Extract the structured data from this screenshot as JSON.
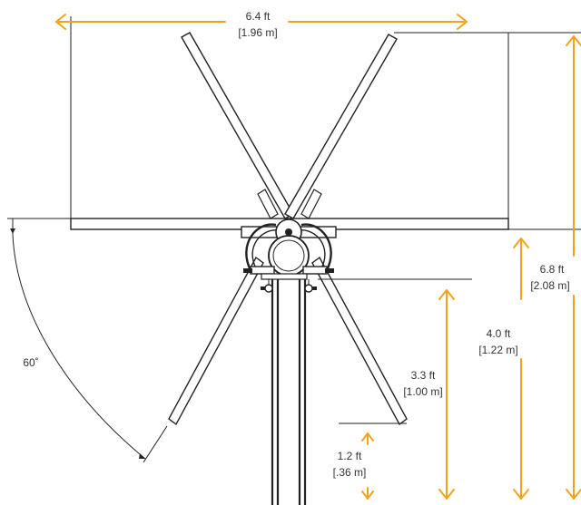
{
  "colors": {
    "dimension_arrow": "#F2A31B",
    "line": "#222222",
    "text": "#333333",
    "background": "#ffffff"
  },
  "dimensions": {
    "width_ft": "6.4 ft",
    "width_m": "[1.96 m]",
    "total_height_ft": "6.8 ft",
    "total_height_m": "[2.08 m]",
    "frame_height_ft": "4.0 ft",
    "frame_height_m": "[1.22 m]",
    "arm_drop_ft": "3.3 ft",
    "arm_drop_m": "[1.00 m]",
    "clearance_ft": "1.2 ft",
    "clearance_m": "[.36 m]",
    "fold_angle": "60˚"
  }
}
